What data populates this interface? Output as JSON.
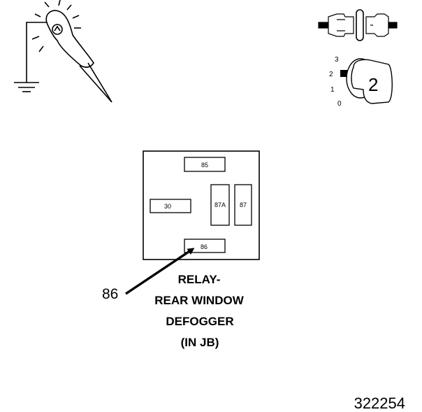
{
  "relay": {
    "pins": {
      "p85": "85",
      "p30": "30",
      "p87a": "87A",
      "p87": "87",
      "p86": "86"
    },
    "label_lines": [
      "RELAY-",
      "REAR WINDOW",
      "DEFOGGER",
      "(IN JB)"
    ]
  },
  "callout": "86",
  "ignition": {
    "positions": [
      "3",
      "2",
      "1",
      "0"
    ],
    "selected": "2"
  },
  "figure_number": "322254",
  "icons": {
    "test_light": "test-lamp-probe-icon",
    "connector": "disconnected-connector-icon",
    "ignition_key": "ignition-key-icon"
  }
}
